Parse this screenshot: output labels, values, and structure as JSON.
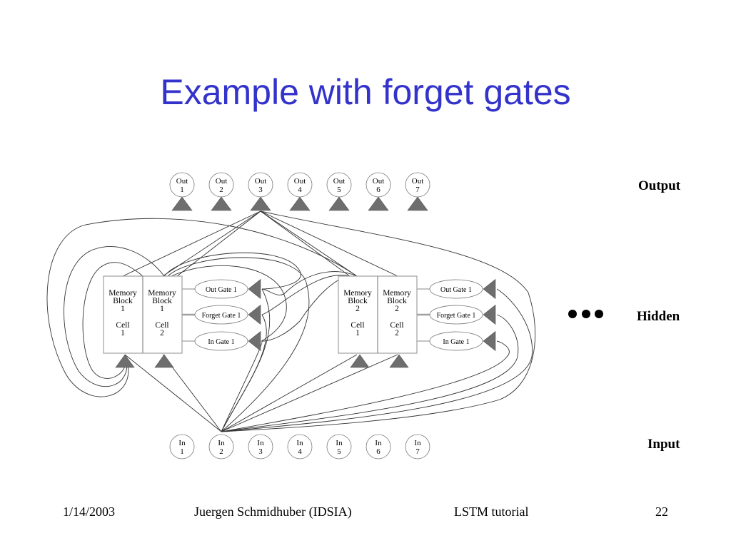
{
  "slide": {
    "title": "Example with forget gates",
    "page_number": "22"
  },
  "layer_labels": {
    "output": "Output",
    "hidden": "Hidden",
    "input": "Input",
    "ellipsis": "•••"
  },
  "output_units": [
    {
      "line1": "Out",
      "line2": "1"
    },
    {
      "line1": "Out",
      "line2": "2"
    },
    {
      "line1": "Out",
      "line2": "3"
    },
    {
      "line1": "Out",
      "line2": "4"
    },
    {
      "line1": "Out",
      "line2": "5"
    },
    {
      "line1": "Out",
      "line2": "6"
    },
    {
      "line1": "Out",
      "line2": "7"
    }
  ],
  "input_units": [
    {
      "line1": "In",
      "line2": "1"
    },
    {
      "line1": "In",
      "line2": "2"
    },
    {
      "line1": "In",
      "line2": "3"
    },
    {
      "line1": "In",
      "line2": "4"
    },
    {
      "line1": "In",
      "line2": "5"
    },
    {
      "line1": "In",
      "line2": "6"
    },
    {
      "line1": "In",
      "line2": "7"
    }
  ],
  "memory_blocks": [
    {
      "cells": [
        {
          "lines": [
            "Memory",
            "Block",
            "1",
            "",
            "Cell",
            "1"
          ]
        },
        {
          "lines": [
            "Memory",
            "Block",
            "1",
            "",
            "Cell",
            "2"
          ]
        }
      ],
      "gates": [
        "Out Gate 1",
        "Forget Gate 1",
        "In Gate 1"
      ]
    },
    {
      "cells": [
        {
          "lines": [
            "Memory",
            "Block",
            "2",
            "",
            "Cell",
            "1"
          ]
        },
        {
          "lines": [
            "Memory",
            "Block",
            "2",
            "",
            "Cell",
            "2"
          ]
        }
      ],
      "gates": [
        "Out Gate 1",
        "Forget Gate 1",
        "In Gate 1"
      ]
    }
  ],
  "footer": {
    "date": "1/14/2003",
    "author": "Juergen Schmidhuber (IDSIA)",
    "topic": "LSTM tutorial",
    "page": "22"
  },
  "colors": {
    "title": "#3333cc",
    "triangle_fill": "#6e6e6e",
    "box_stroke": "#a0a0a0",
    "edge_stroke": "#333333"
  }
}
